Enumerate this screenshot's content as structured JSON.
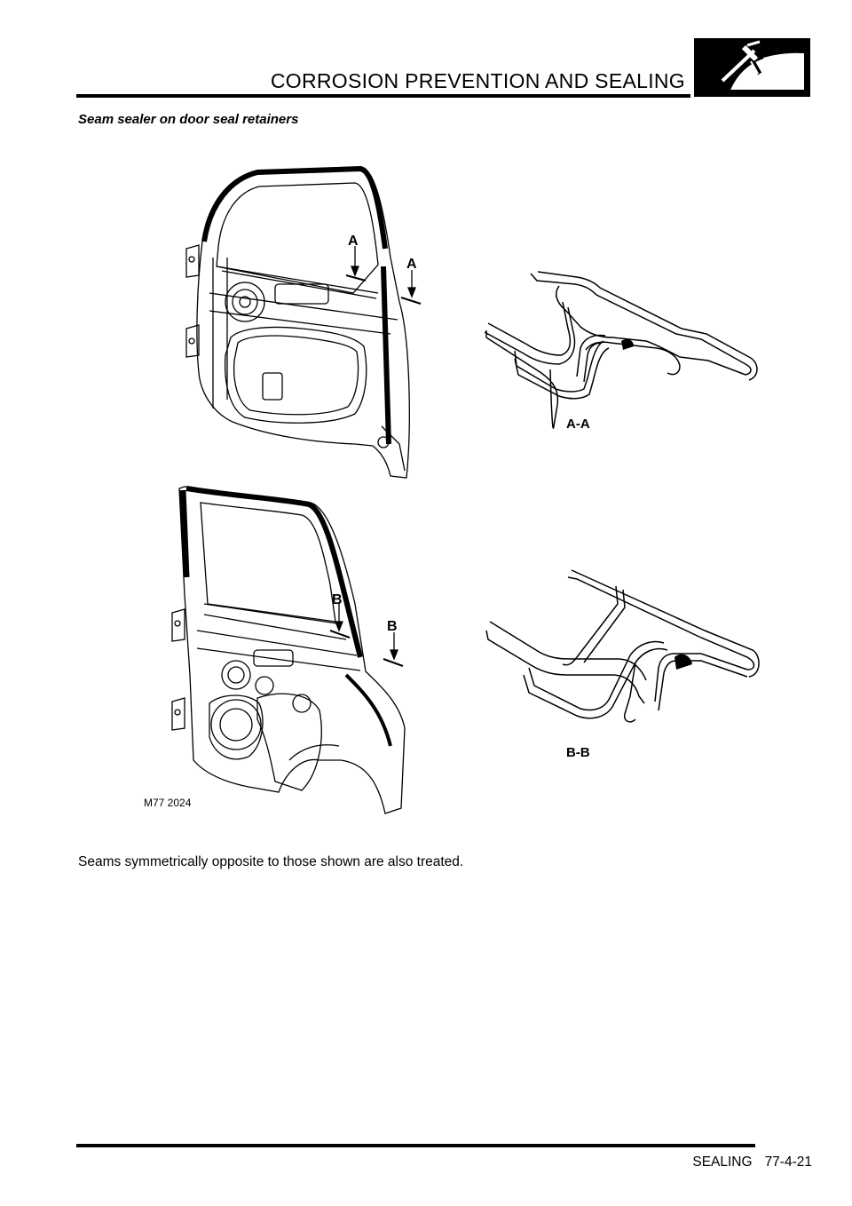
{
  "header": {
    "title": "CORROSION PREVENTION AND SEALING",
    "logo_icon": "vehicle-wing-sealant-gun-icon"
  },
  "section": {
    "title": "Seam sealer on door seal retainers"
  },
  "figure": {
    "labels": {
      "a1": "A",
      "a2": "A",
      "b1": "B",
      "b2": "B",
      "section_aa": "A-A",
      "section_bb": "B-B",
      "ref": "M77 2024"
    }
  },
  "body": {
    "text": "Seams symmetrically opposite to those shown are also treated."
  },
  "footer": {
    "section": "SEALING",
    "page": "77-4-21"
  }
}
